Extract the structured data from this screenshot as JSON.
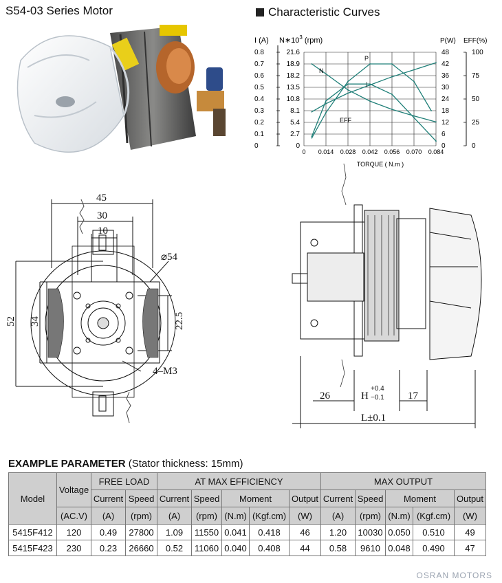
{
  "title": "S54-03 Series Motor",
  "curves_heading": "Characteristic Curves",
  "chart_data": {
    "type": "line",
    "title": "",
    "xlabel": "TORQUE ( N.m )",
    "x_ticks": [
      "0",
      "0.014",
      "0.028",
      "0.042",
      "0.056",
      "0.070",
      "0.084"
    ],
    "left_axes": {
      "current": {
        "label": "I (A)",
        "ticks": [
          "0",
          "0.1",
          "0.2",
          "0.3",
          "0.4",
          "0.5",
          "0.6",
          "0.7",
          "0.8"
        ]
      },
      "speed": {
        "label": "N∗10",
        "exp": "3",
        "unit": "(rpm)",
        "ticks": [
          "0",
          "2.7",
          "5.4",
          "8.1",
          "10.8",
          "13.5",
          "18.2",
          "18.9",
          "21.6"
        ]
      }
    },
    "right_axes": {
      "power": {
        "label": "P(W)",
        "ticks": [
          "0",
          "6",
          "12",
          "18",
          "24",
          "30",
          "36",
          "42",
          "48"
        ]
      },
      "efficiency": {
        "label": "EFF(%)",
        "ticks": [
          "0",
          "25",
          "50",
          "75",
          "100"
        ]
      }
    },
    "grid": true,
    "series": [
      {
        "name": "N",
        "x": [
          0.005,
          0.014,
          0.028,
          0.042,
          0.056,
          0.07,
          0.084
        ],
        "y": [
          18.9,
          16.6,
          12.9,
          10.3,
          8.4,
          6.9,
          5.5
        ]
      },
      {
        "name": "I",
        "x": [
          0.005,
          0.014,
          0.028,
          0.042,
          0.056,
          0.07,
          0.084
        ],
        "y": [
          0.29,
          0.36,
          0.45,
          0.52,
          0.59,
          0.65,
          0.71
        ]
      },
      {
        "name": "P",
        "x": [
          0.005,
          0.014,
          0.028,
          0.042,
          0.056,
          0.07,
          0.081
        ],
        "y": [
          4,
          17,
          33,
          42,
          42,
          33,
          18
        ]
      },
      {
        "name": "EFF",
        "x": [
          0.005,
          0.014,
          0.028,
          0.042,
          0.056,
          0.07,
          0.084
        ],
        "y": [
          10,
          48,
          66,
          66,
          55,
          30,
          5
        ]
      }
    ]
  },
  "front_view": {
    "dim_45": "45",
    "dim_30": "30",
    "dim_10": "10",
    "dim_phi54": "⌀54",
    "dim_52": "52",
    "dim_34": "34",
    "dim_22_5": "22.5",
    "dim_4m3": "4–M3"
  },
  "side_view": {
    "dim_26": "26",
    "dim_h": "H",
    "tol_upper": "+0.4",
    "tol_lower": "−0.1",
    "dim_17": "17",
    "dim_l": "L±0.1"
  },
  "params": {
    "heading": "EXAMPLE PARAMETER",
    "note": "(Stator thickness: 15mm)",
    "h_model": "Model",
    "h_voltage": "Voltage",
    "h_free_load": "FREE LOAD",
    "h_max_eff": "AT MAX EFFICIENCY",
    "h_max_out": "MAX OUTPUT",
    "h_current": "Current",
    "h_speed": "Speed",
    "h_moment": "Moment",
    "h_output": "Output",
    "u_voltage": "(AC.V)",
    "u_a": "(A)",
    "u_rpm": "(rpm)",
    "u_nm": "(N.m)",
    "u_kgf": "(Kgf.cm)",
    "u_w": "(W)",
    "rows": [
      [
        "5415F412",
        "120",
        "0.49",
        "27800",
        "1.09",
        "11550",
        "0.041",
        "0.418",
        "46",
        "1.20",
        "10030",
        "0.050",
        "0.510",
        "49"
      ],
      [
        "5415F423",
        "230",
        "0.23",
        "26660",
        "0.52",
        "11060",
        "0.040",
        "0.408",
        "44",
        "0.58",
        "9610",
        "0.048",
        "0.490",
        "47"
      ]
    ]
  },
  "footer": "OSRAN MOTORS",
  "colors": {
    "curve": "#1f7f78",
    "grid": "#222222",
    "header_bg": "#cfcfcf"
  }
}
